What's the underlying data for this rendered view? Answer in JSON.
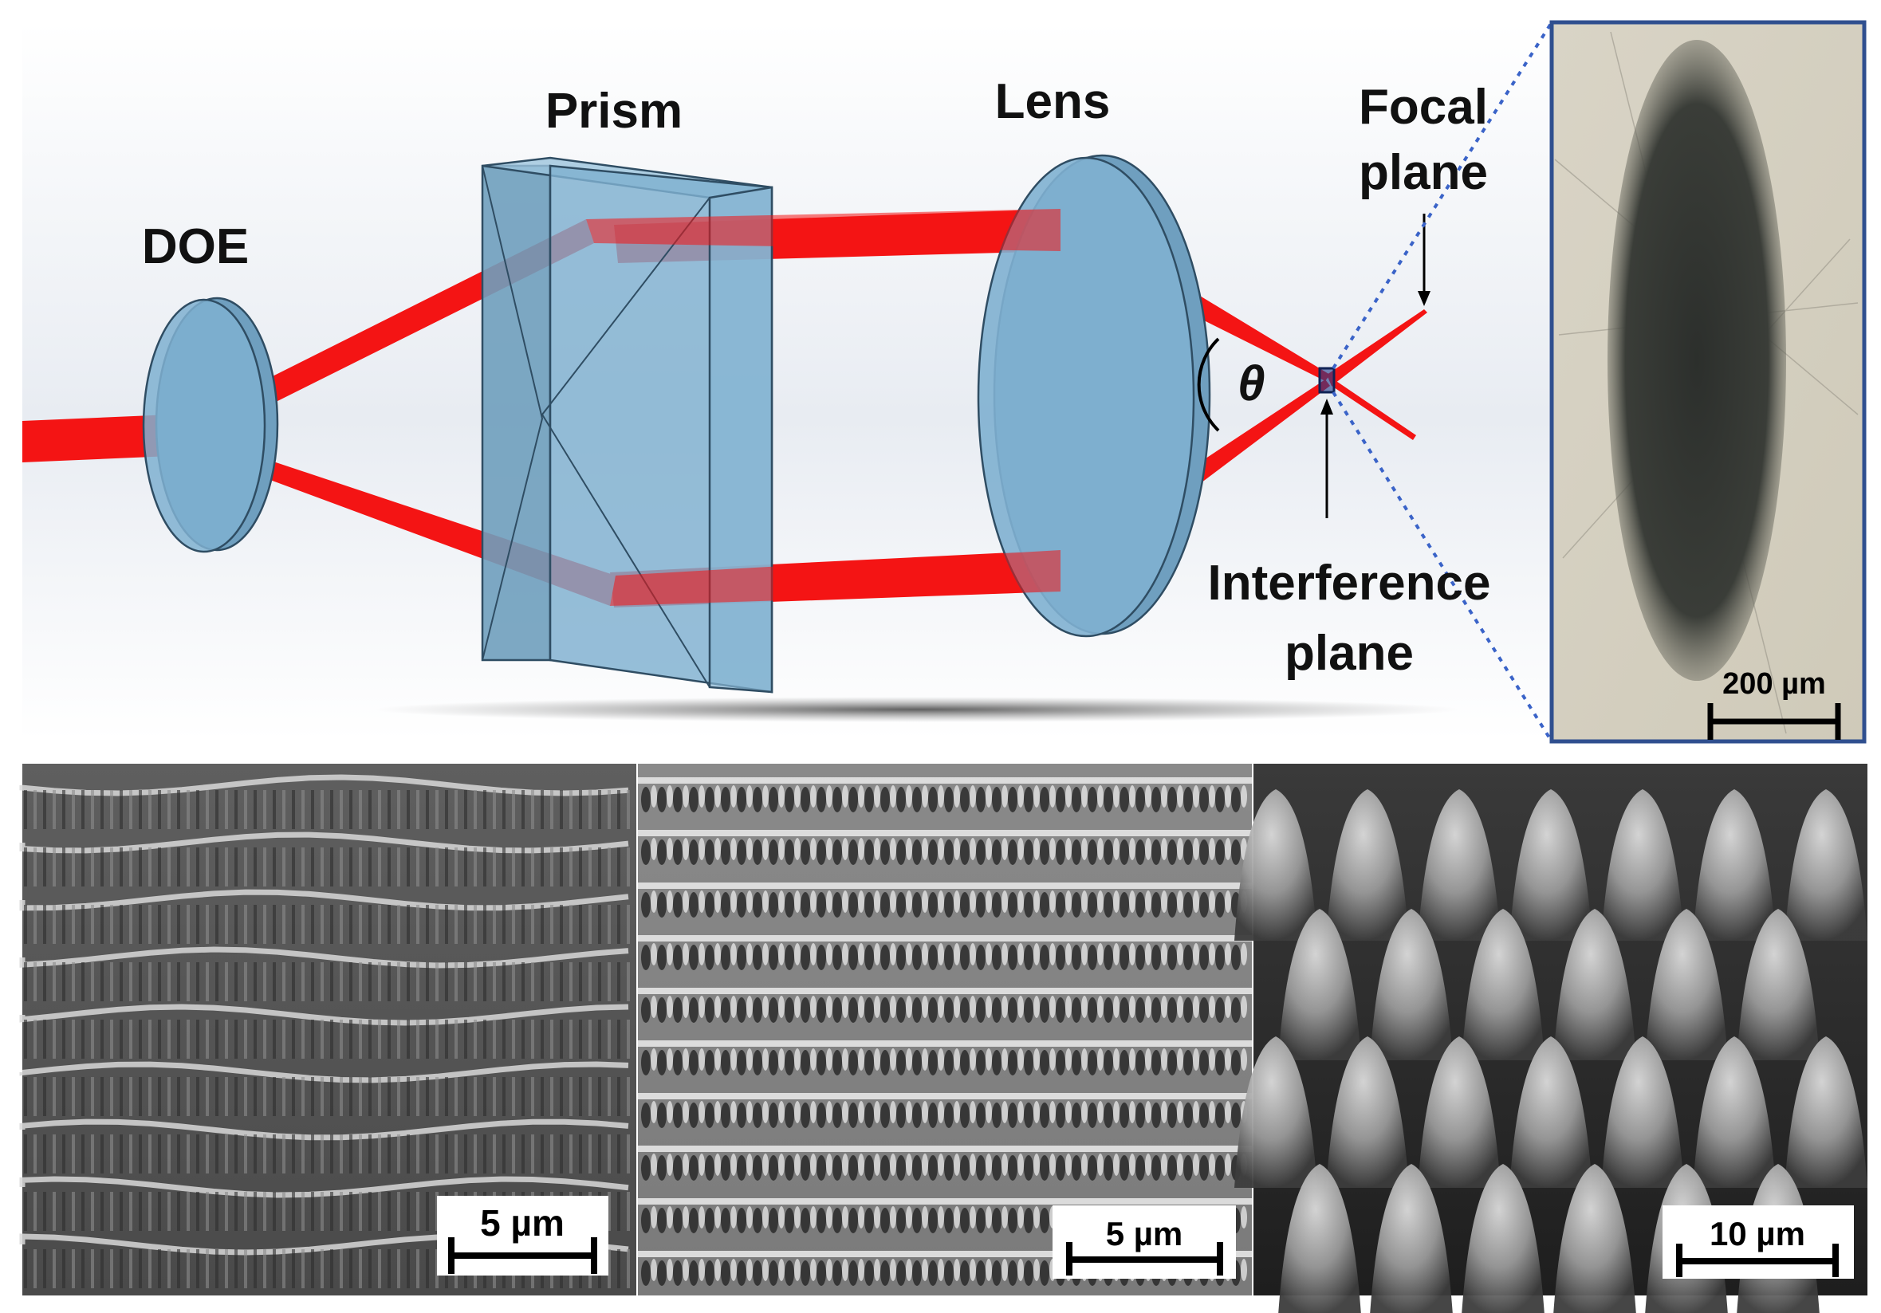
{
  "labels": {
    "doe": "DOE",
    "prism": "Prism",
    "lens": "Lens",
    "focal_line1": "Focal",
    "focal_line2": "plane",
    "interference_line1": "Interference",
    "interference_line2": "plane",
    "theta": "θ"
  },
  "scalebars": {
    "inset": "200 µm",
    "sem_left": "5 µm",
    "sem_middle": "5 µm",
    "sem_right": "10 µm"
  },
  "colors": {
    "beam": "#f41414",
    "optic_fill": "#7fb0d0",
    "optic_edge": "#2f4d63",
    "inset_frame": "#2f4f8f",
    "zoom_line": "#3a63c8"
  }
}
